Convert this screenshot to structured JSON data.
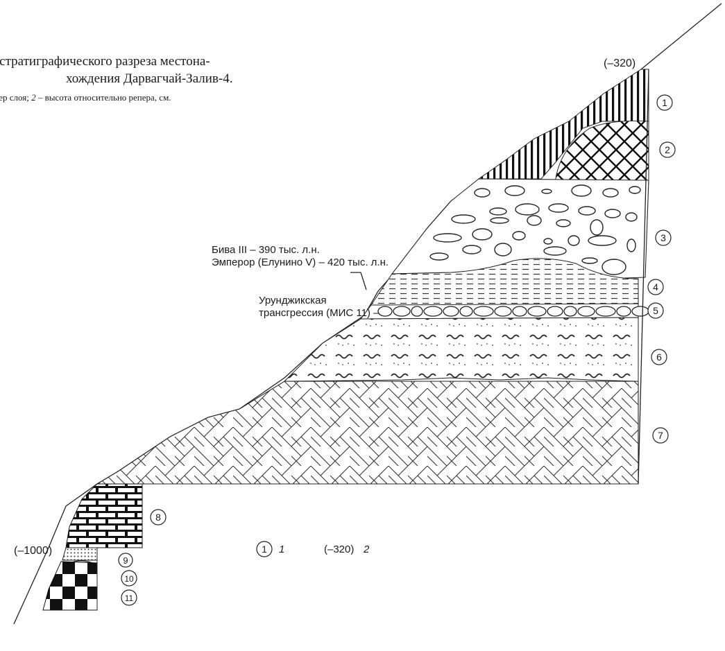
{
  "caption": {
    "line1": "а стратиграфического разреза местона-",
    "line2": "хождения Дарвагчай-Залив-4.",
    "line3_a": "мер слоя; ",
    "line3_num": "2",
    "line3_b": " – высота относительно репера, см."
  },
  "elevation_labels": {
    "top": "(–320)",
    "bottom": "(–1000)"
  },
  "layers": [
    {
      "number": "1",
      "pattern": "vertical-hatch"
    },
    {
      "number": "2",
      "pattern": "cross-hatch"
    },
    {
      "number": "3",
      "pattern": "pebbles"
    },
    {
      "number": "4",
      "pattern": "dashed-lines"
    },
    {
      "number": "5",
      "pattern": "gravel-row"
    },
    {
      "number": "6",
      "pattern": "wavy-lines"
    },
    {
      "number": "7",
      "pattern": "herringbone"
    },
    {
      "number": "8",
      "pattern": "brick"
    },
    {
      "number": "9",
      "pattern": "dotted"
    },
    {
      "number": "10",
      "pattern": "lens"
    },
    {
      "number": "11",
      "pattern": "checkerboard"
    }
  ],
  "annotations": {
    "biva": "Бива III – 390 тыс. л.н.",
    "emperor": "Эмперор (Елунино V) – 420 тыс. л.н.",
    "urundzhik_1": "Урунджикская",
    "urundzhik_2": "трансгрессия (МИС 11) –"
  },
  "legend": {
    "marker": "1",
    "marker_text": "1",
    "elevation": "(–320)",
    "elevation_text": "2"
  }
}
